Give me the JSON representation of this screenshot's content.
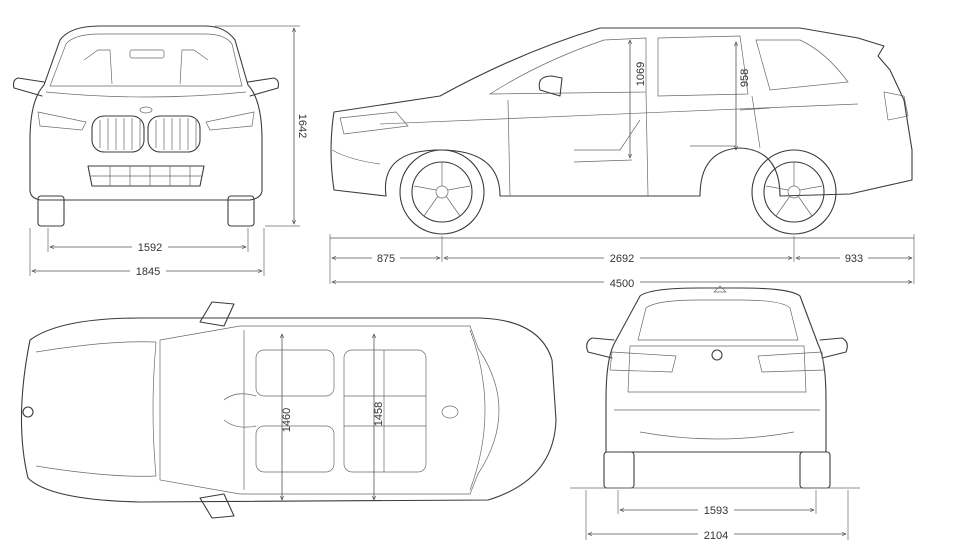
{
  "dimensions": {
    "front_height": "1642",
    "front_track": "1592",
    "width": "1845",
    "front_overhang": "875",
    "wheelbase": "2692",
    "rear_overhang": "933",
    "length": "4500",
    "front_headroom": "1069",
    "rear_headroom": "958",
    "front_shoulder": "1460",
    "rear_shoulder": "1458",
    "rear_track": "1593",
    "width_mirrors": "2104"
  },
  "views": [
    "front-view",
    "side-view",
    "top-view",
    "rear-view"
  ]
}
